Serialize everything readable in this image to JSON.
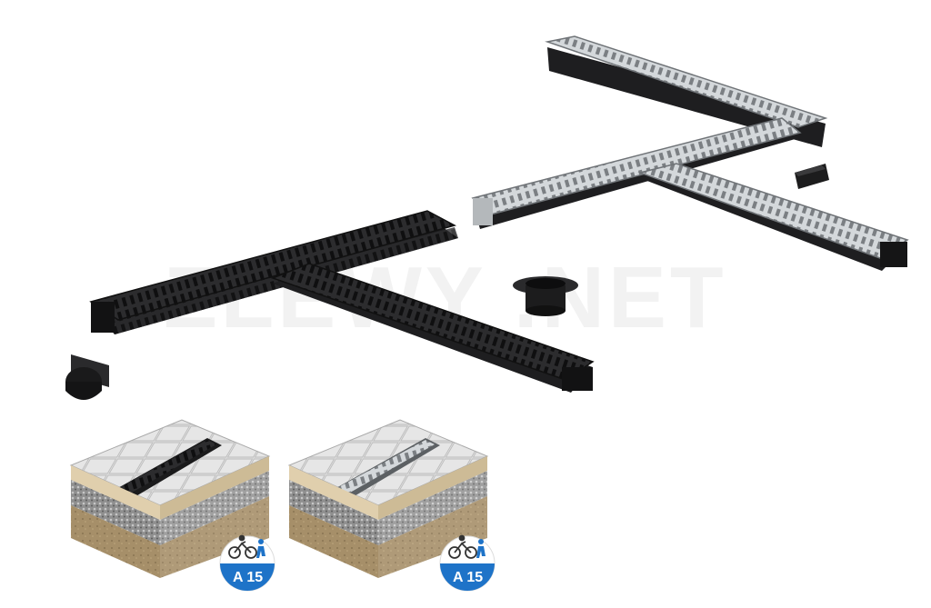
{
  "watermark": {
    "text": "ZLEWY .NET"
  },
  "badges": [
    {
      "label": "A 15"
    },
    {
      "label": "A 15"
    }
  ],
  "colors": {
    "black_grate": "#2a2a2c",
    "black_grate_dark": "#161617",
    "steel_grate": "#cfd3d6",
    "steel_grate_dark": "#8d9296",
    "channel_body": "#1e1e20",
    "paver": "#d9d9d9",
    "paver_shadow": "#b9b9b9",
    "sand": "#d8c6a4",
    "gravel": "#9a9a9a",
    "soil": "#a58f6a",
    "badge_blue": "#1e73c8"
  },
  "icons": [
    "bicycle-icon",
    "pedestrian-icon"
  ]
}
